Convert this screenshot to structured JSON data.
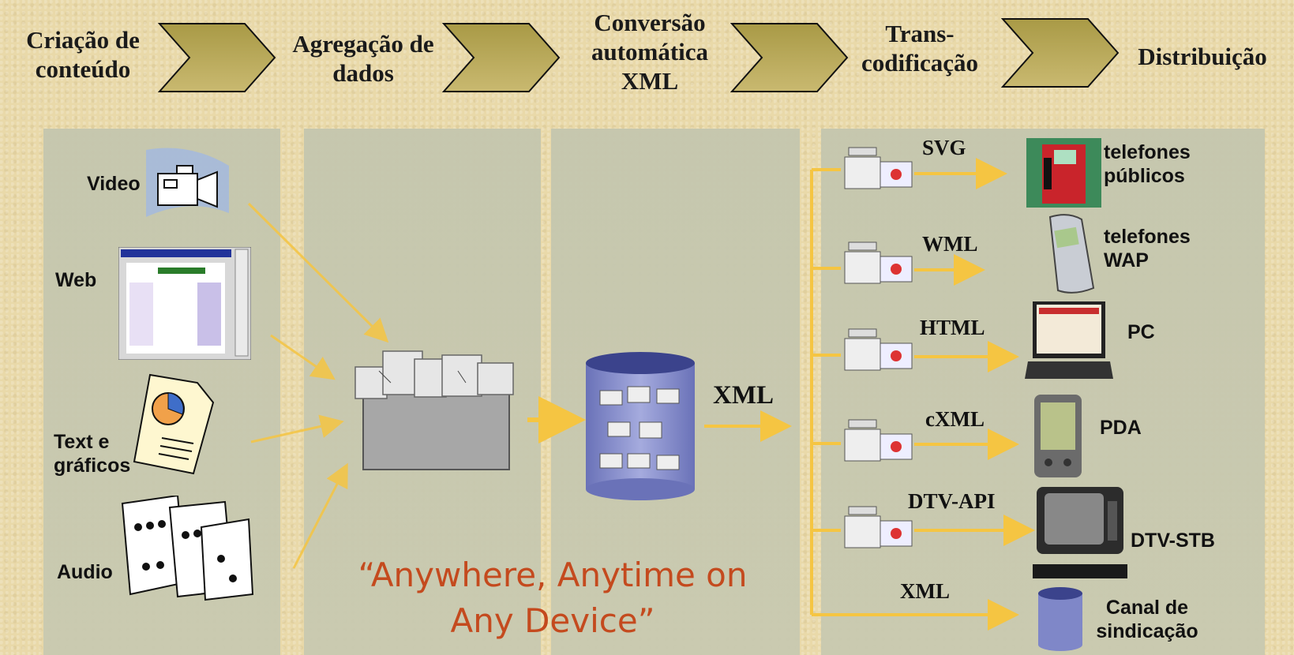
{
  "stages": [
    {
      "label": "Criação de conteúdo"
    },
    {
      "label": "Agregação de dados"
    },
    {
      "label": "Conversão automática XML"
    },
    {
      "label": "Trans- codificação"
    },
    {
      "label": "Distribuição"
    }
  ],
  "sources": [
    {
      "label": "Video",
      "icon": "video-camera-icon"
    },
    {
      "label": "Web",
      "icon": "web-page-icon"
    },
    {
      "label": "Text e gráficos",
      "icon": "document-chart-icon"
    },
    {
      "label": "Audio",
      "icon": "sheet-music-icon"
    }
  ],
  "xml_label": "XML",
  "formats": [
    "SVG",
    "WML",
    "HTML",
    "cXML",
    "DTV-API",
    "XML"
  ],
  "devices": [
    {
      "label": "telefones públicos",
      "icon": "payphone-icon"
    },
    {
      "label": "telefones WAP",
      "icon": "mobile-phone-icon"
    },
    {
      "label": "PC",
      "icon": "laptop-icon"
    },
    {
      "label": "PDA",
      "icon": "pda-icon"
    },
    {
      "label": "DTV-STB",
      "icon": "tv-settop-icon"
    },
    {
      "label": "Canal de sindicação",
      "icon": "database-icon"
    }
  ],
  "slogan": "“Anywhere, Anytime on Any Device”",
  "colors": {
    "arrow": "#f5c542",
    "chevron": "#b5a456",
    "slogan": "#c44a1e",
    "database": "#7f87c8"
  }
}
